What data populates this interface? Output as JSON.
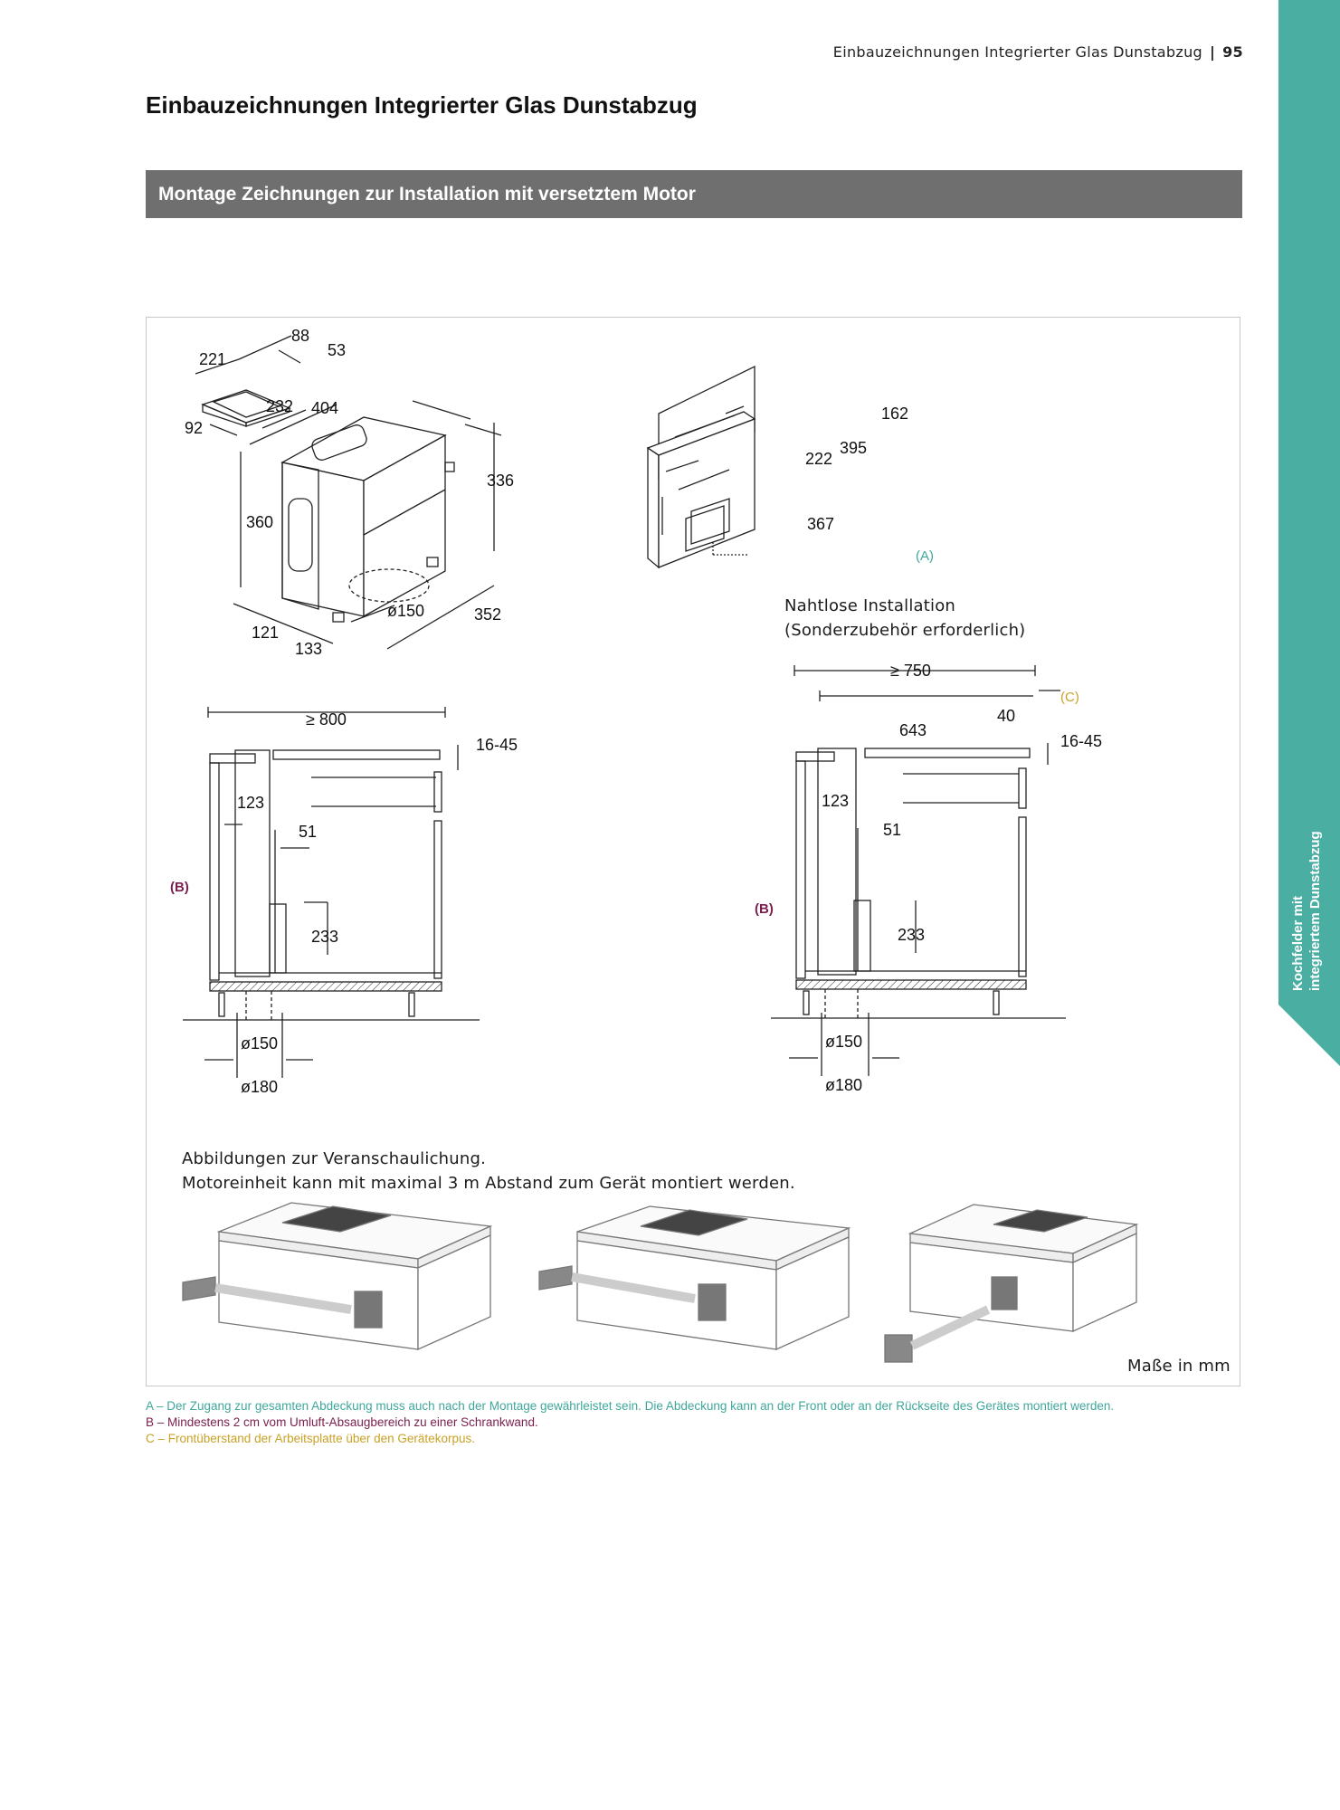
{
  "header": {
    "running_title": "Einbauzeichnungen Integrierter Glas Dunstabzug",
    "page_number": "95"
  },
  "page_title": "Einbauzeichnungen Integrierter Glas Dunstabzug",
  "section_title": "Montage Zeichnungen zur Installation mit versetztem Motor",
  "side_tab": {
    "line1": "Kochfelder mit",
    "line2": "integriertem Dunstabzug",
    "color": "#4aaea3"
  },
  "drawings": {
    "motor_unit": {
      "dims": [
        "88",
        "221",
        "53",
        "232",
        "404",
        "92",
        "336",
        "360",
        "ø150",
        "352",
        "121",
        "133"
      ]
    },
    "seamless": {
      "dims": [
        "162",
        "395",
        "222",
        "367"
      ],
      "marker_a": "(A)",
      "caption_line1": "Nahtlose Installation",
      "caption_line2": "(Sonderzubehör erforderlich)"
    },
    "left_section": {
      "dims": [
        "≥ 800",
        "16-45",
        "123",
        "51",
        "233",
        "ø150",
        "ø180"
      ],
      "marker_b": "(B)"
    },
    "right_section": {
      "dims": [
        "≥ 750",
        "40",
        "643",
        "16-45",
        "123",
        "51",
        "233",
        "ø150",
        "ø180"
      ],
      "marker_b": "(B)",
      "marker_c": "(C)"
    },
    "illustration_caption_line1": "Abbildungen zur Veranschaulichung.",
    "illustration_caption_line2": "Motoreinheit kann mit maximal 3 m Abstand zum Gerät montiert werden.",
    "units_note": "Maße in mm"
  },
  "footnotes": {
    "a": "A – Der Zugang zur gesamten Abdeckung muss auch nach der Montage gewährleistet sein. Die Abdeckung kann an der Front oder an der Rückseite des Gerätes montiert werden.",
    "b": "B – Mindestens 2 cm vom Umluft-Absaugbereich zu einer Schrankwand.",
    "c": "C – Frontüberstand der Arbeitsplatte über den Gerätekorpus."
  },
  "colors": {
    "accent_teal": "#4aaea3",
    "marker_b": "#7a1f4e",
    "marker_c": "#c9a227",
    "section_bar": "#6f6f6f"
  }
}
